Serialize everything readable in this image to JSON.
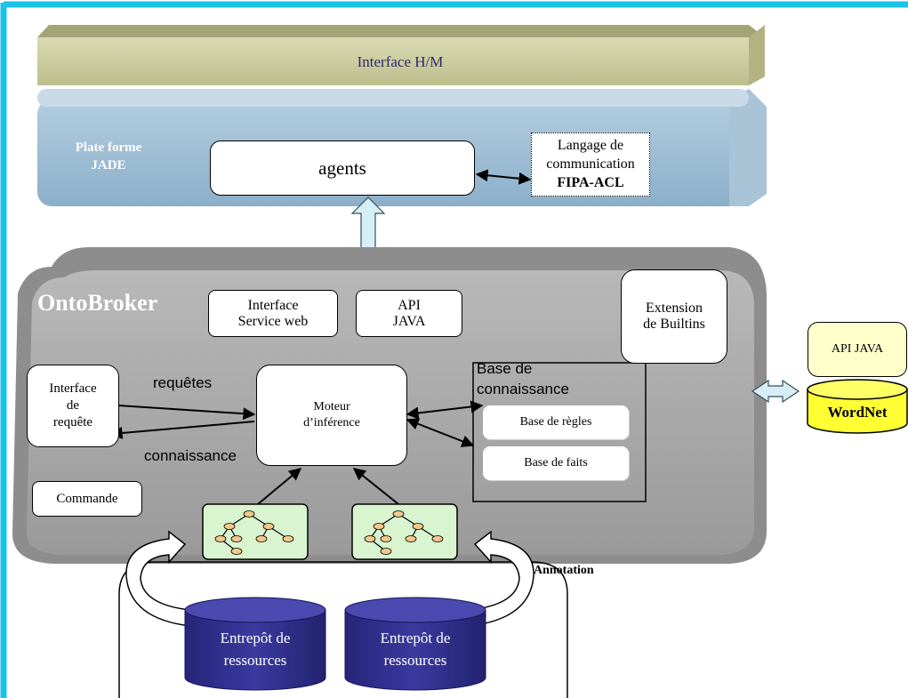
{
  "colors": {
    "frame": "#19c3e8",
    "hm_band": "#c8c99b",
    "jade_band": "#9ab8cf",
    "onto_panel": "#a6a6a6",
    "cylinder": "#2f2f8c",
    "wordnet": "#ffff33",
    "api_box": "#ffffcc",
    "tree_box": "#d8f5d0",
    "arrow_fill": "#d7eef5"
  },
  "interface_hm": {
    "label": "Interface H/M"
  },
  "jade": {
    "title_line1": "Plate forme",
    "title_line2": "JADE",
    "agents": "agents",
    "langage_line1": "Langage de",
    "langage_line2": "communication",
    "langage_line3": "FIPA-ACL"
  },
  "ontobroker": {
    "title": "OntoBroker",
    "service_line1": "Interface",
    "service_line2": "Service web",
    "api_line1": "API",
    "api_line2": "JAVA",
    "extension_line1": "Extension",
    "extension_line2": "de Builtins",
    "requete_line1": "Interface",
    "requete_line2": "de",
    "requete_line3": "requête",
    "requetes_label": "requêtes",
    "connaissance_label": "connaissance",
    "moteur_line1": "Moteur",
    "moteur_line2": "d’inférence",
    "base_conn_line1": "Base de",
    "base_conn_line2": "connaissance",
    "base_regles": "Base de règles",
    "base_faits": "Base de faits",
    "commande": "Commande"
  },
  "wordnet_side": {
    "api_java": "API JAVA",
    "wordnet": "WordNet"
  },
  "bottom": {
    "annotation": "Annotation",
    "entrepot1_line1": "Entrepôt de",
    "entrepot1_line2": "ressources",
    "entrepot2_line1": "Entrepôt de",
    "entrepot2_line2": "ressources"
  }
}
